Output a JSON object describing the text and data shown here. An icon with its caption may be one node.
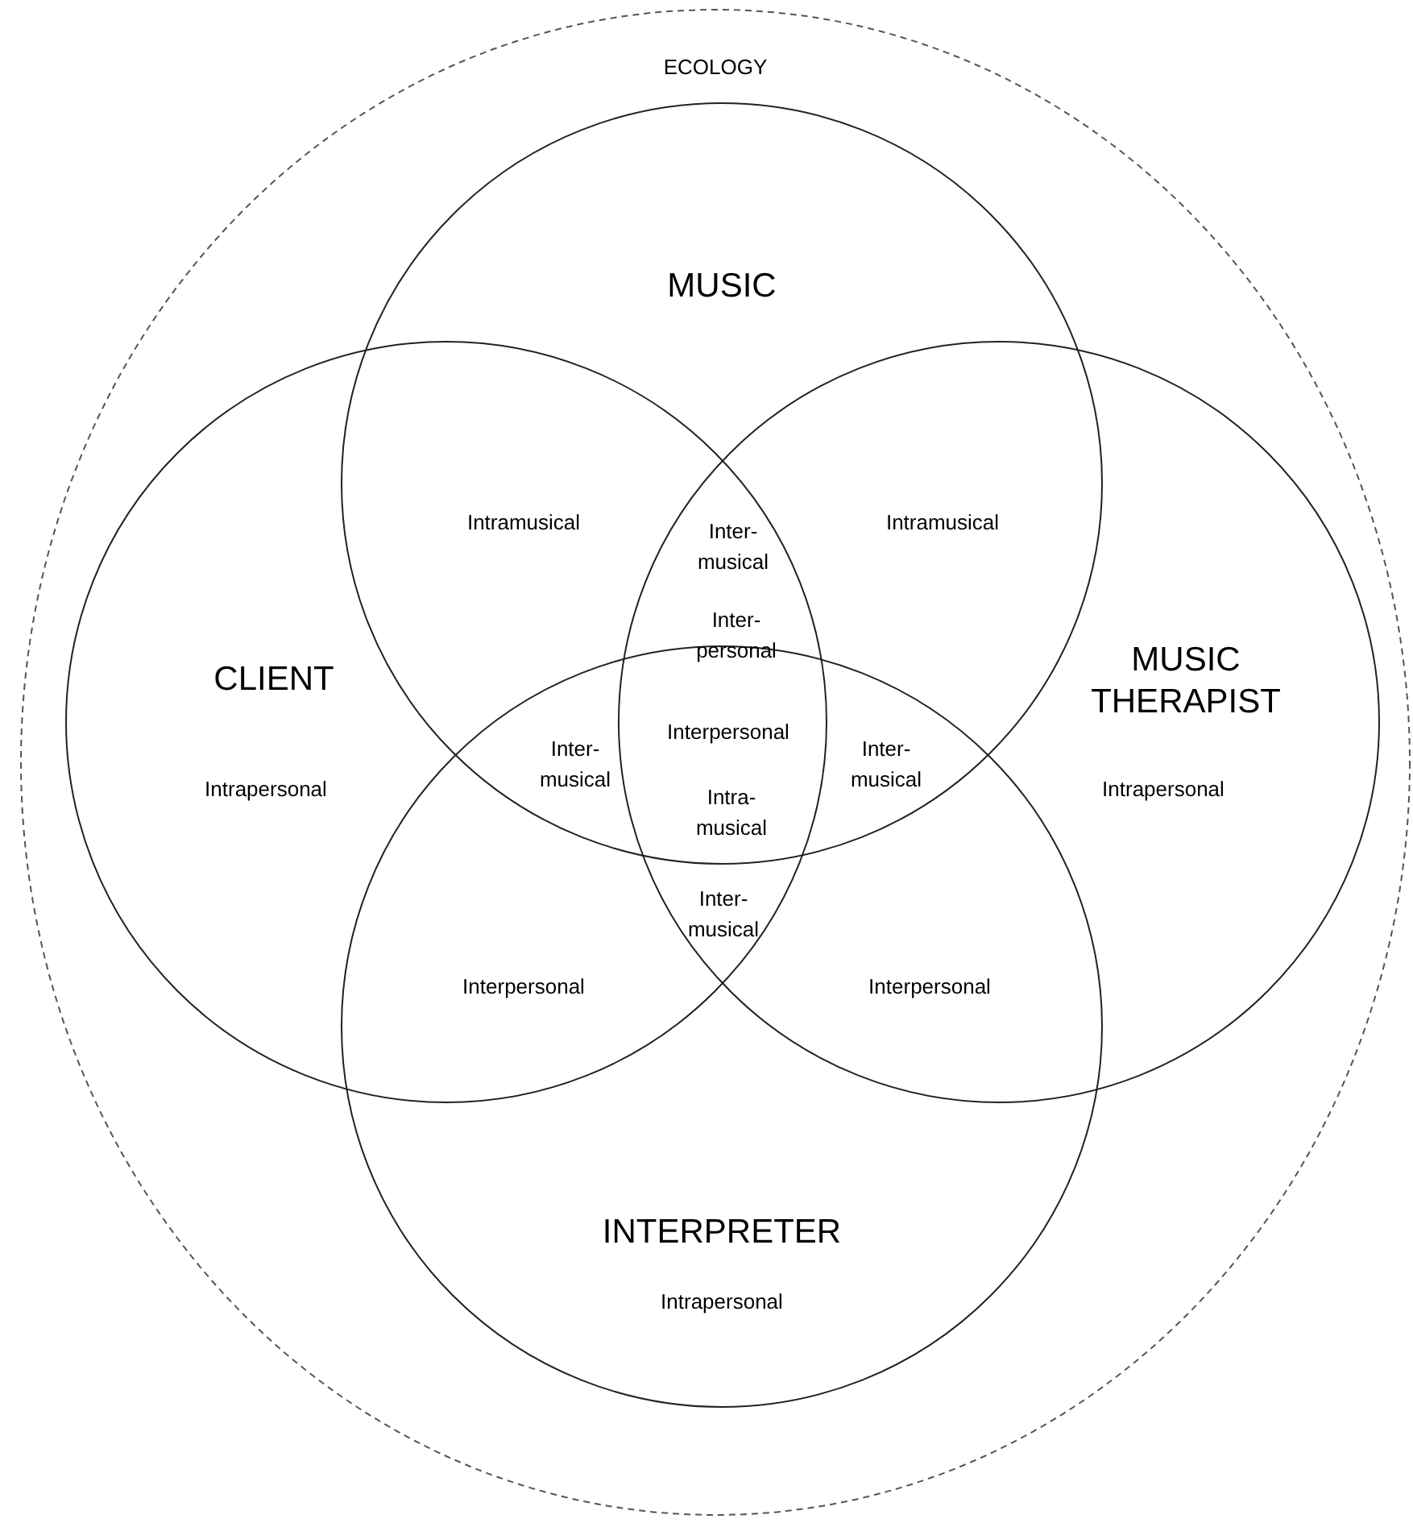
{
  "diagram": {
    "nodes": [
      {
        "text": [
          "ECOLOGY"
        ]
      },
      {
        "text": [
          "MUSIC"
        ],
        "in": 0
      },
      {
        "text": [
          "CLIENT",
          "Intrapersonal"
        ],
        "in": 0
      },
      {
        "text": [
          "MUSIC THERAPIST",
          "Intrapersonal"
        ],
        "in": 0
      },
      {
        "text": [
          "INTERPRETER",
          "Intrapersonal"
        ],
        "in": 0
      }
    ],
    "labels": [
      "Intramusical",
      "Inter- musical",
      "Intramusical",
      "Inter- personal",
      "Interpersonal",
      "Inter- musical",
      "Inter- musical",
      "Intra- musical",
      "Inter- musical",
      "Interpersonal",
      "Interpersonal"
    ]
  }
}
